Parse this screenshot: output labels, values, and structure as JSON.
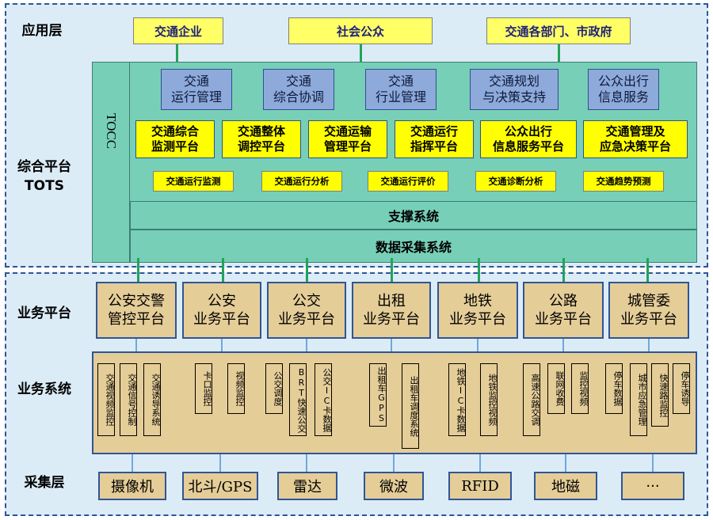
{
  "tiers": {
    "app": "应用层",
    "tots_line1": "综合平台",
    "tots_line2": "TOTS",
    "biz_platform": "业务平台",
    "biz_system": "业务系统",
    "collect": "采集层"
  },
  "app_boxes": [
    "交通企业",
    "社会公众",
    "交通各部门、市政府"
  ],
  "tocc": "TOCC",
  "blue_boxes": [
    "交通\n运行管理",
    "交通\n综合协调",
    "交通\n行业管理",
    "交通规划\n与决策支持",
    "公众出行\n信息服务"
  ],
  "yellow_platforms": [
    "交通综合\n监测平台",
    "交通整体\n调控平台",
    "交通运输\n管理平台",
    "交通运行\n指挥平台",
    "公众出行\n信息服务平台",
    "交通管理及\n应急决策平台"
  ],
  "small_funcs": [
    "交通运行监测",
    "交通运行分析",
    "交通运行评价",
    "交通诊断分析",
    "交通趋势预测"
  ],
  "support_system": "支撑系统",
  "data_system": "数据采集系统",
  "biz_platforms": [
    "公安交警\n管控平台",
    "公安\n业务平台",
    "公交\n业务平台",
    "出租\n业务平台",
    "地铁\n业务平台",
    "公路\n业务平台",
    "城管委\n业务平台"
  ],
  "sub_systems": [
    [
      "交通视频监控",
      "交通信号控制",
      "交通诱导系统"
    ],
    [
      "卡口监控",
      "视频监控"
    ],
    [
      "公交调度",
      "BRT快速公交",
      "公交IC卡数据"
    ],
    [
      "出租车GPS",
      "出租车调度系统"
    ],
    [
      "地铁IC卡数据",
      "地铁监控视频"
    ],
    [
      "高速公路交调",
      "联网收费",
      "监控视频"
    ],
    [
      "停车数据",
      "城市应急管理",
      "快速路监控",
      "停车诱导"
    ]
  ],
  "collectors": [
    "摄像机",
    "北斗/GPS",
    "雷达",
    "微波",
    "RFID",
    "地磁",
    "···"
  ]
}
